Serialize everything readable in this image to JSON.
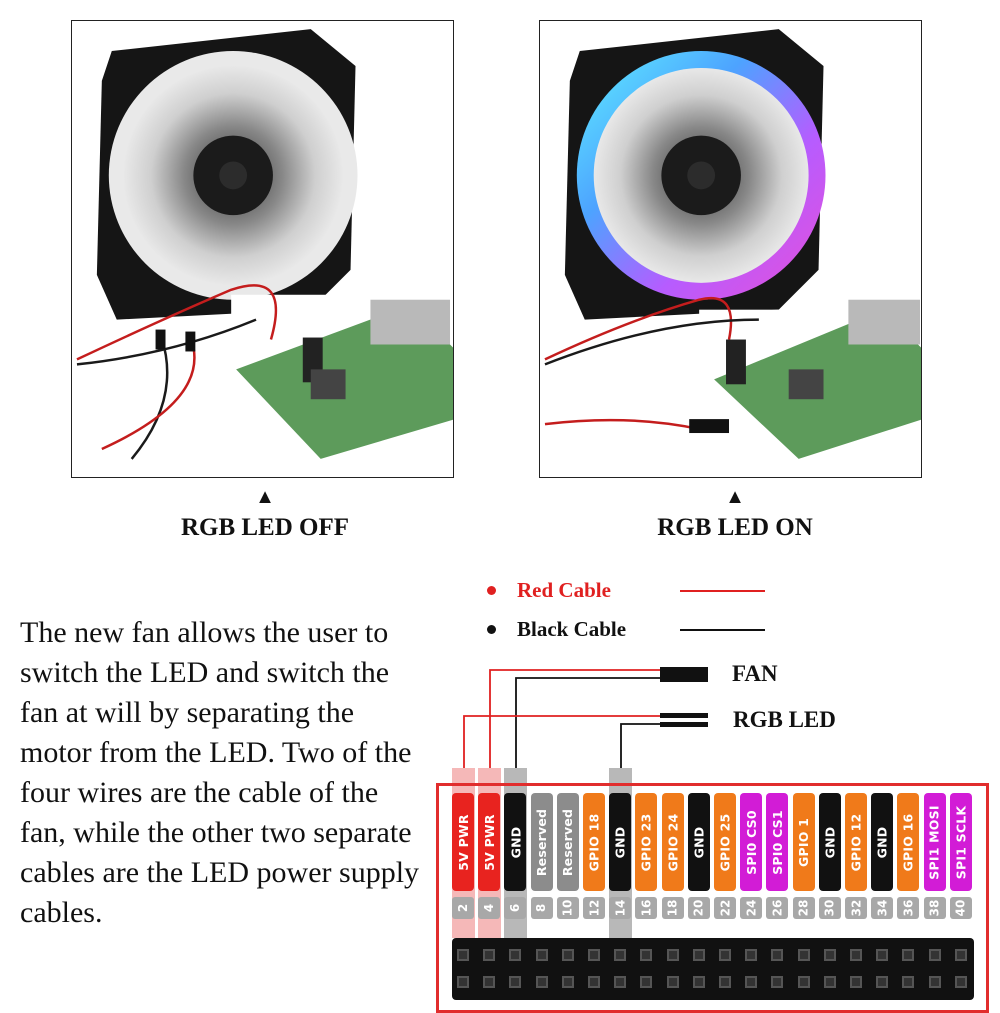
{
  "panels": [
    {
      "caption": "RGB LED OFF",
      "arrow": "▲"
    },
    {
      "caption": "RGB LED ON",
      "arrow": "▲"
    }
  ],
  "description": "The new fan allows the user to switch the LED and switch the fan at will by separating the motor from the LED. Two of the four wires are the cable of the fan, while the other two separate cables are the LED power supply cables.",
  "legend": [
    {
      "label": "Red Cable",
      "color": "#e02020"
    },
    {
      "label": "Black Cable",
      "color": "#111111"
    }
  ],
  "connectors": {
    "fan": "FAN",
    "rgb": "RGB LED"
  },
  "pins": [
    {
      "name": "5V PWR",
      "num": "2",
      "color": "#e8231f"
    },
    {
      "name": "5V PWR",
      "num": "4",
      "color": "#e8231f"
    },
    {
      "name": "GND",
      "num": "6",
      "color": "#111111"
    },
    {
      "name": "Reserved",
      "num": "8",
      "color": "#8c8c8c"
    },
    {
      "name": "Reserved",
      "num": "10",
      "color": "#8c8c8c"
    },
    {
      "name": "GPIO 18",
      "num": "12",
      "color": "#f07a1a"
    },
    {
      "name": "GND",
      "num": "14",
      "color": "#111111"
    },
    {
      "name": "GPIO 23",
      "num": "16",
      "color": "#f07a1a"
    },
    {
      "name": "GPIO 24",
      "num": "18",
      "color": "#f07a1a"
    },
    {
      "name": "GND",
      "num": "20",
      "color": "#111111"
    },
    {
      "name": "GPIO 25",
      "num": "22",
      "color": "#f07a1a"
    },
    {
      "name": "SPI0 CS0",
      "num": "24",
      "color": "#d21cd6"
    },
    {
      "name": "SPI0 CS1",
      "num": "26",
      "color": "#d21cd6"
    },
    {
      "name": "GPIO 1",
      "num": "28",
      "color": "#f07a1a"
    },
    {
      "name": "GND",
      "num": "30",
      "color": "#111111"
    },
    {
      "name": "GPIO 12",
      "num": "32",
      "color": "#f07a1a"
    },
    {
      "name": "GND",
      "num": "34",
      "color": "#111111"
    },
    {
      "name": "GPIO 16",
      "num": "36",
      "color": "#f07a1a"
    },
    {
      "name": "SPI1 MOSI",
      "num": "38",
      "color": "#d21cd6"
    },
    {
      "name": "SPI1 SCLK",
      "num": "40",
      "color": "#d21cd6"
    }
  ],
  "colors": {
    "highlight_red": "#f5b8b8",
    "highlight_gray": "#b8b8b8",
    "frame": "#e12d2d"
  }
}
